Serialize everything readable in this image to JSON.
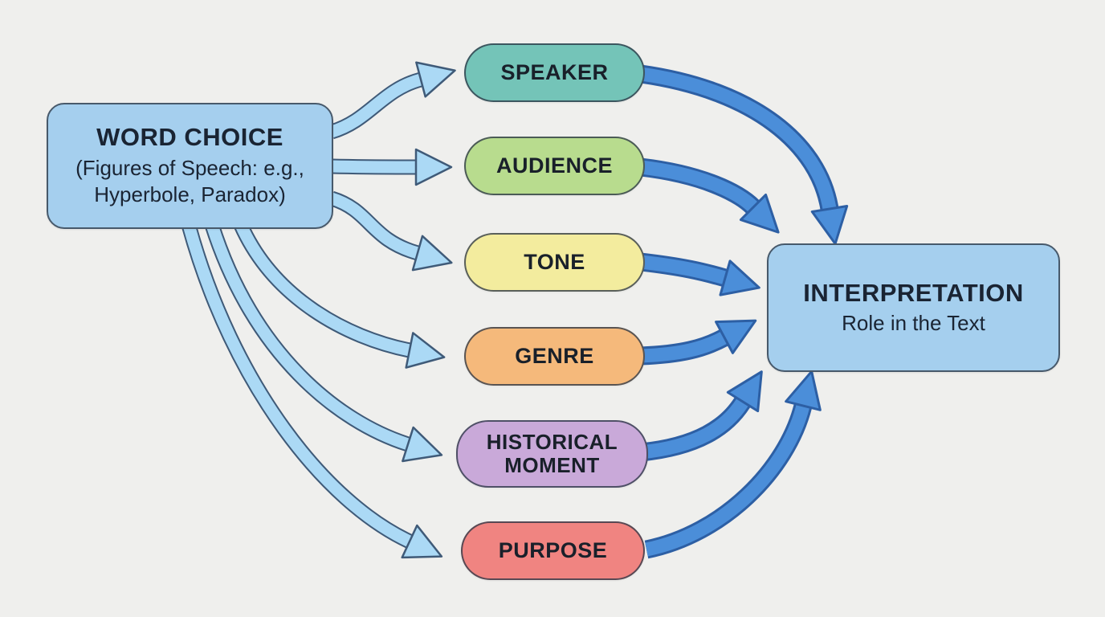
{
  "diagram": {
    "background_color": "#efefed",
    "source_box": {
      "title": "WORD CHOICE",
      "subtitle_lines": [
        "(Figures of Speech: e.g.,",
        "Hyperbole, Paradox)"
      ],
      "fill": "#a5cfee",
      "border": "#47596b"
    },
    "target_box": {
      "title": "INTERPRETATION",
      "subtitle": "Role in the Text",
      "fill": "#a5cfee",
      "border": "#47596b"
    },
    "factors": [
      {
        "id": "speaker",
        "label": "SPEAKER",
        "fill": "#74c4b8"
      },
      {
        "id": "audience",
        "label": "AUDIENCE",
        "fill": "#b8dc8e"
      },
      {
        "id": "tone",
        "label": "TONE",
        "fill": "#f3ec9e"
      },
      {
        "id": "genre",
        "label": "GENRE",
        "fill": "#f5b97b"
      },
      {
        "id": "historical-moment",
        "label": "HISTORICAL MOMENT",
        "fill": "#c9a9d9"
      },
      {
        "id": "purpose",
        "label": "PURPOSE",
        "fill": "#f08481"
      }
    ],
    "arrow_styles": {
      "light": {
        "fill": "#abd9f5",
        "outline": "#3f5a78"
      },
      "dark": {
        "fill": "#4b8ed9",
        "outline": "#2d5fa4"
      }
    },
    "connections": [
      {
        "from": "word-choice",
        "to": "speaker",
        "style": "light"
      },
      {
        "from": "word-choice",
        "to": "audience",
        "style": "light"
      },
      {
        "from": "word-choice",
        "to": "tone",
        "style": "light"
      },
      {
        "from": "word-choice",
        "to": "genre",
        "style": "light"
      },
      {
        "from": "word-choice",
        "to": "historical-moment",
        "style": "light"
      },
      {
        "from": "word-choice",
        "to": "purpose",
        "style": "light"
      },
      {
        "from": "speaker",
        "to": "interpretation",
        "style": "dark"
      },
      {
        "from": "audience",
        "to": "interpretation",
        "style": "dark"
      },
      {
        "from": "tone",
        "to": "interpretation",
        "style": "dark"
      },
      {
        "from": "genre",
        "to": "interpretation",
        "style": "dark"
      },
      {
        "from": "historical-moment",
        "to": "interpretation",
        "style": "dark"
      },
      {
        "from": "purpose",
        "to": "interpretation",
        "style": "dark"
      }
    ]
  }
}
